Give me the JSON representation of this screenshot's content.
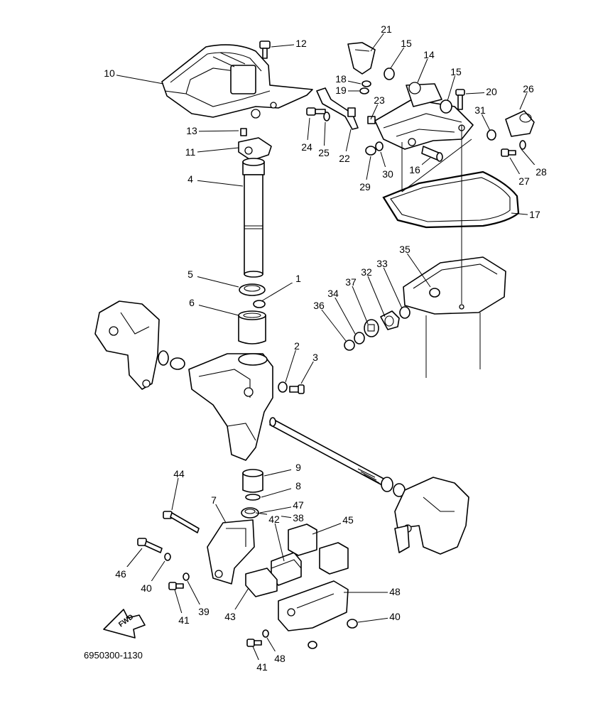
{
  "diagram": {
    "doc_code": "6950300-1130",
    "fwd_label": "FWD",
    "callouts": [
      "21",
      "12",
      "15",
      "14",
      "10",
      "18",
      "19",
      "15",
      "20",
      "26",
      "23",
      "31",
      "13",
      "11",
      "24",
      "25",
      "22",
      "29",
      "30",
      "16",
      "27",
      "28",
      "4",
      "17",
      "35",
      "33",
      "32",
      "37",
      "34",
      "36",
      "5",
      "1",
      "6",
      "2",
      "3",
      "9",
      "8",
      "47",
      "44",
      "7",
      "38",
      "42",
      "45",
      "46",
      "40",
      "41",
      "39",
      "43",
      "48",
      "40",
      "41",
      "48"
    ]
  }
}
